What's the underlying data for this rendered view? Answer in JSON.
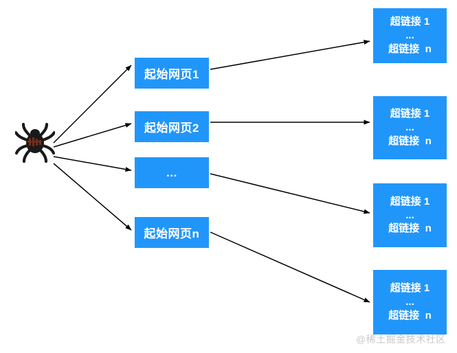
{
  "diagram": {
    "title": "web-crawler-seed-pages-to-hyperlinks",
    "colors": {
      "node_fill": "#2196fa",
      "node_text": "#ffffff",
      "edge": "#000000",
      "background": "#ffffff",
      "watermark_text": "#c9c9c9",
      "spider_body": "#1a1a1a",
      "spider_marking": "#7b2b16"
    },
    "spider": {
      "icon": "spider-icon",
      "label": ""
    },
    "seed_nodes": [
      {
        "label": "起始网页1"
      },
      {
        "label": "起始网页2"
      },
      {
        "label": "..."
      },
      {
        "label": "起始网页n"
      }
    ],
    "link_nodes": [
      {
        "first": "超链接 1",
        "dots": "...",
        "last": "超链接  n"
      },
      {
        "first": "超链接 1",
        "dots": "...",
        "last": "超链接  n"
      },
      {
        "first": "超链接 1",
        "dots": "...",
        "last": "超链接  n"
      },
      {
        "first": "超链接 1",
        "dots": "...",
        "last": "超链接  n"
      }
    ],
    "watermark": "@稀土掘金技术社区"
  }
}
